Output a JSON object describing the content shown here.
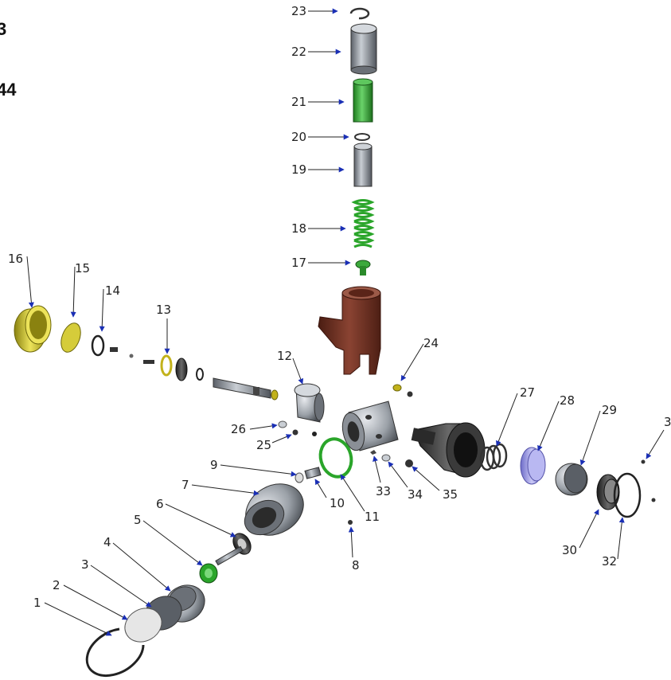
{
  "header": {
    "line1": "3",
    "line2": "44"
  },
  "parts": [
    {
      "n": "1"
    },
    {
      "n": "2"
    },
    {
      "n": "3"
    },
    {
      "n": "4"
    },
    {
      "n": "5"
    },
    {
      "n": "6"
    },
    {
      "n": "7"
    },
    {
      "n": "8"
    },
    {
      "n": "9"
    },
    {
      "n": "10"
    },
    {
      "n": "11"
    },
    {
      "n": "12"
    },
    {
      "n": "13"
    },
    {
      "n": "14"
    },
    {
      "n": "15"
    },
    {
      "n": "16"
    },
    {
      "n": "17"
    },
    {
      "n": "18"
    },
    {
      "n": "19"
    },
    {
      "n": "20"
    },
    {
      "n": "21"
    },
    {
      "n": "22"
    },
    {
      "n": "23"
    },
    {
      "n": "24"
    },
    {
      "n": "25"
    },
    {
      "n": "26"
    },
    {
      "n": "27"
    },
    {
      "n": "28"
    },
    {
      "n": "29"
    },
    {
      "n": "30"
    },
    {
      "n": "32"
    },
    {
      "n": "33"
    },
    {
      "n": "34"
    },
    {
      "n": "35"
    },
    {
      "n": "3"
    }
  ],
  "colors": {
    "arrow": "#1a2fb5",
    "green": "#2aa52a",
    "yellow": "#d8cf2a",
    "brown": "#6e2e1e",
    "lavender": "#9a98e8",
    "steel": "#8a8f96",
    "dark": "#2a2a2a"
  }
}
